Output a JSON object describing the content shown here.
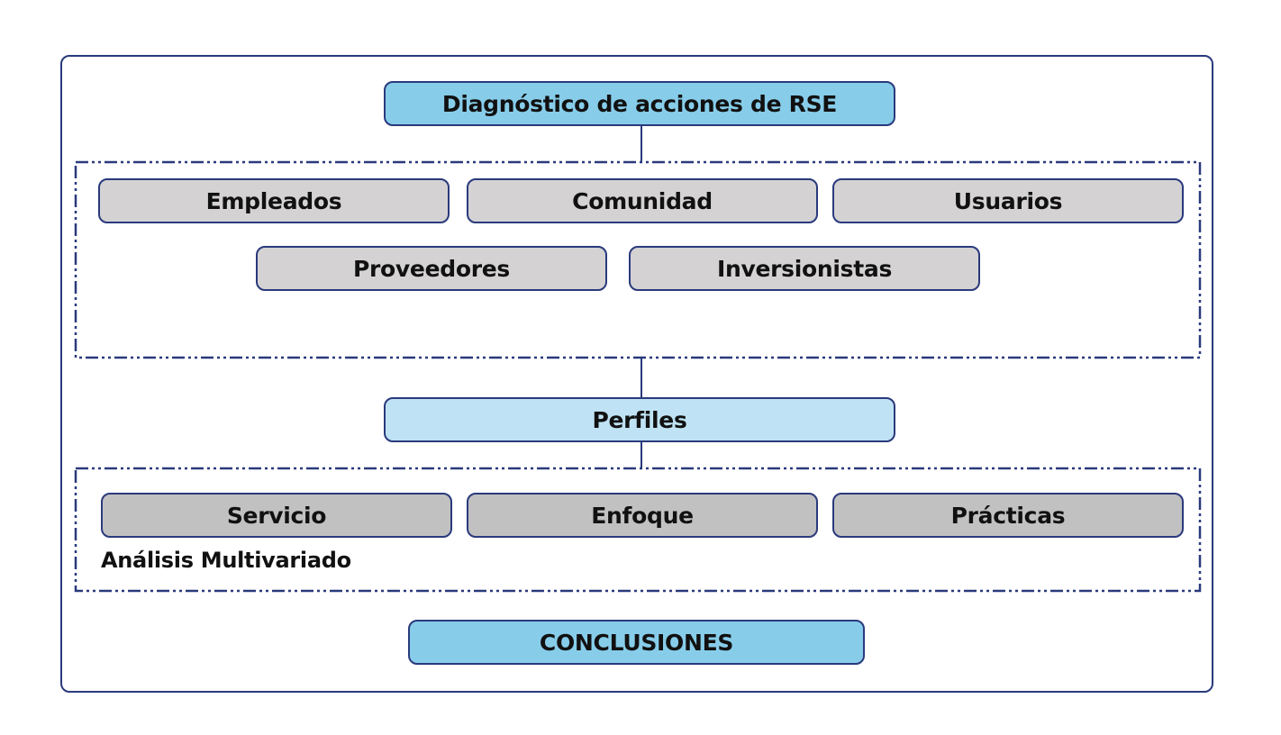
{
  "title": "Diagnóstico de acciones de RSE",
  "stakeholders": [
    "Empleados",
    "Comunidad",
    "Usuarios",
    "Proveedores",
    "Inversionistas"
  ],
  "profiles": "Perfiles",
  "dimensions": [
    "Servicio",
    "Enfoque",
    "Prácticas"
  ],
  "analysis_label": "Análisis Multivariado",
  "conclusions": "CONCLUSIONES",
  "colors": {
    "border": "#2a3a7c",
    "title_fill": "#87cdea",
    "profiles_fill": "#bfe3f4",
    "stakeholder_fill": "#d4d2d3",
    "dimension_fill": "#c2c1c2"
  }
}
